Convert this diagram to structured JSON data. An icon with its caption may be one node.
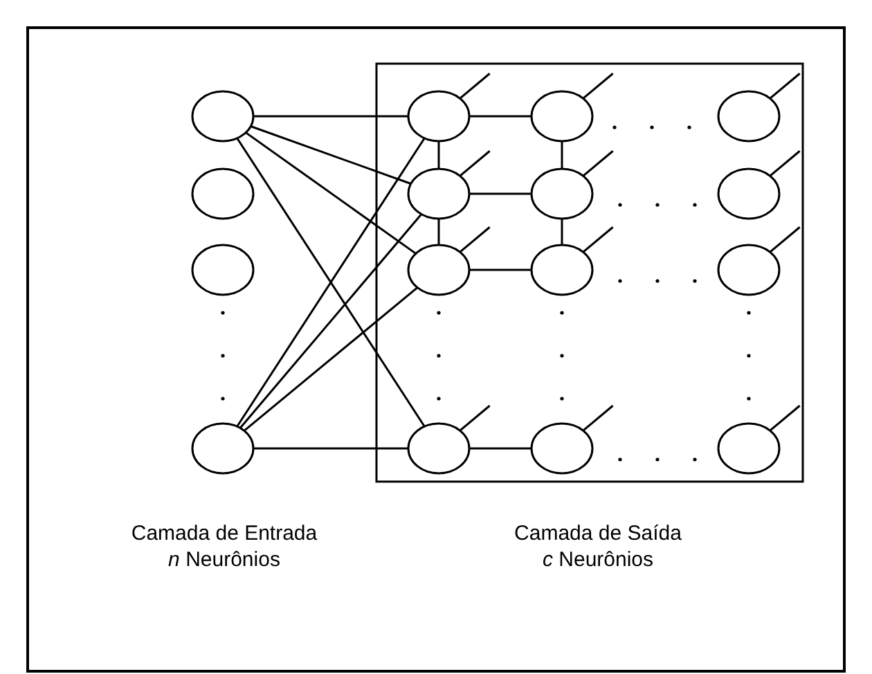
{
  "diagram": {
    "nodes": [
      {
        "text": [],
        "shape": "ellipse"
      },
      {
        "text": [],
        "shape": "ellipse"
      },
      {
        "text": [],
        "shape": "ellipse"
      },
      {
        "text": [],
        "shape": "ellipse"
      },
      {
        "text": [],
        "shape": "box"
      },
      {
        "text": [],
        "shape": "ellipse",
        "in": 4
      },
      {
        "text": [],
        "shape": "ellipse",
        "in": 4
      },
      {
        "text": [],
        "shape": "ellipse",
        "in": 4
      },
      {
        "text": [],
        "shape": "ellipse",
        "in": 4
      },
      {
        "text": [],
        "shape": "ellipse",
        "in": 4
      },
      {
        "text": [],
        "shape": "ellipse",
        "in": 4
      },
      {
        "text": [],
        "shape": "ellipse",
        "in": 4
      },
      {
        "text": [],
        "shape": "ellipse",
        "in": 4
      },
      {
        "text": [],
        "shape": "ellipse",
        "in": 4
      },
      {
        "text": [],
        "shape": "ellipse",
        "in": 4
      },
      {
        "text": [],
        "shape": "ellipse",
        "in": 4
      },
      {
        "text": [],
        "shape": "ellipse",
        "in": 4
      }
    ],
    "edges": [
      {
        "from": 0,
        "to": 5,
        "arrow": "none"
      },
      {
        "from": 0,
        "to": 8,
        "arrow": "none"
      },
      {
        "from": 0,
        "to": 11,
        "arrow": "none"
      },
      {
        "from": 0,
        "to": 14,
        "arrow": "none"
      },
      {
        "from": 3,
        "to": 5,
        "arrow": "none"
      },
      {
        "from": 3,
        "to": 8,
        "arrow": "none"
      },
      {
        "from": 3,
        "to": 11,
        "arrow": "none"
      },
      {
        "from": 3,
        "to": 14,
        "arrow": "none"
      },
      {
        "from": 5,
        "to": 8,
        "arrow": "none"
      },
      {
        "from": 8,
        "to": 11,
        "arrow": "none"
      },
      {
        "from": 6,
        "to": 9,
        "arrow": "none"
      },
      {
        "from": 9,
        "to": 12,
        "arrow": "none"
      },
      {
        "from": 5,
        "to": 6,
        "arrow": "none"
      },
      {
        "from": 8,
        "to": 9,
        "arrow": "none"
      },
      {
        "from": 11,
        "to": 12,
        "arrow": "none"
      },
      {
        "from": 14,
        "to": 15,
        "arrow": "none"
      },
      {
        "from": 5,
        "to": null,
        "arrow": "none"
      },
      {
        "from": 6,
        "to": null,
        "arrow": "none"
      },
      {
        "from": 7,
        "to": null,
        "arrow": "none"
      },
      {
        "from": 8,
        "to": null,
        "arrow": "none"
      },
      {
        "from": 9,
        "to": null,
        "arrow": "none"
      },
      {
        "from": 10,
        "to": null,
        "arrow": "none"
      },
      {
        "from": 11,
        "to": null,
        "arrow": "none"
      },
      {
        "from": 12,
        "to": null,
        "arrow": "none"
      },
      {
        "from": 13,
        "to": null,
        "arrow": "none"
      },
      {
        "from": 14,
        "to": null,
        "arrow": "none"
      },
      {
        "from": 15,
        "to": null,
        "arrow": "none"
      },
      {
        "from": 16,
        "to": null,
        "arrow": "none"
      }
    ],
    "labels": [
      "Camada de Entrada",
      "Camada de Saída",
      "*n* Neurônios",
      "*c* Neurônios"
    ]
  }
}
